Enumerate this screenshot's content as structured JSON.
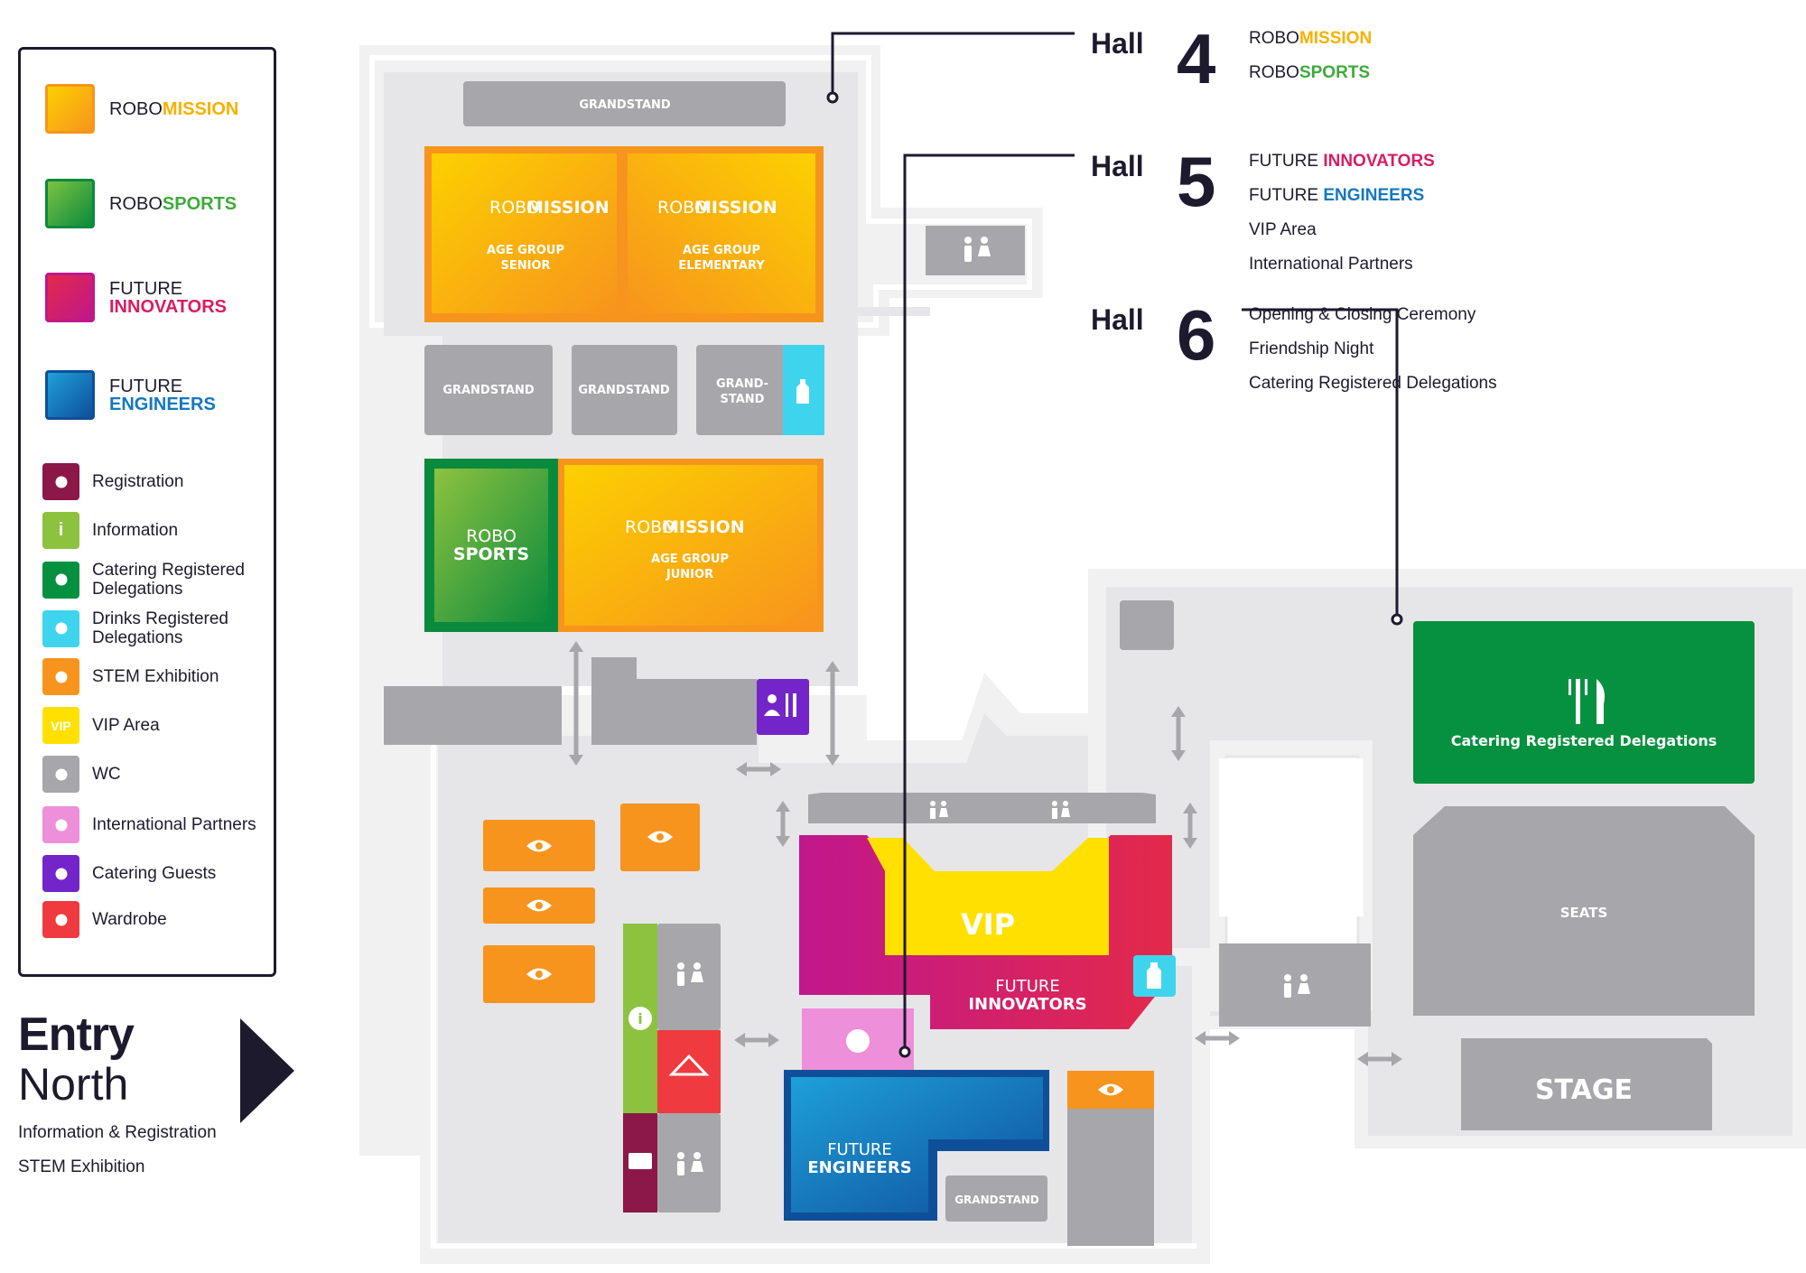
{
  "legend": {
    "categories": [
      {
        "pre": "ROBO",
        "bold": "MISSION",
        "c1": "#f7941d",
        "c2": "#fcd000",
        "boldColor": "#f9b000"
      },
      {
        "pre": "ROBO",
        "bold": "SPORTS",
        "c1": "#0a8a3d",
        "c2": "#7dc243",
        "boldColor": "#3faa3a"
      },
      {
        "pre": "FUTURE",
        "bold": "INNOVATORS",
        "c1": "#c0178c",
        "c2": "#e3294a",
        "boldColor": "#d81d63"
      },
      {
        "pre": "FUTURE",
        "bold": "ENGINEERS",
        "c1": "#0f4f9a",
        "c2": "#1ea0da",
        "boldColor": "#1478bf"
      }
    ],
    "items": [
      {
        "label": "Registration",
        "color": "#8b1848",
        "icon": "id-card-icon",
        "glyph": ""
      },
      {
        "label": "Information",
        "color": "#8dc23f",
        "icon": "info-icon",
        "glyph": "i"
      },
      {
        "label": "Catering Registered Delegations",
        "color": "#05913f",
        "icon": "fork-knife-icon",
        "glyph": ""
      },
      {
        "label": "Drinks Registered Delegations",
        "color": "#3fd4ee",
        "icon": "bottle-icon",
        "glyph": ""
      },
      {
        "label": "STEM Exhibition",
        "color": "#f7941d",
        "icon": "eye-icon",
        "glyph": ""
      },
      {
        "label": "VIP Area",
        "color": "#ffe000",
        "icon": "vip-icon",
        "glyph": "VIP"
      },
      {
        "label": "WC",
        "color": "#a7a6ab",
        "icon": "wc-icon",
        "glyph": ""
      },
      {
        "label": "International Partners",
        "color": "#ee8fd9",
        "icon": "globe-icon",
        "glyph": ""
      },
      {
        "label": "Catering Guests",
        "color": "#7425c9",
        "icon": "guest-catering-icon",
        "glyph": ""
      },
      {
        "label": "Wardrobe",
        "color": "#ef3a40",
        "icon": "hanger-icon",
        "glyph": ""
      }
    ]
  },
  "entry": {
    "line1": "Entry",
    "line2": "North",
    "sub1": "Information & Registration",
    "sub2": "STEM Exhibition"
  },
  "halls": [
    {
      "word": "Hall",
      "num": "4",
      "items": [
        {
          "pre": "ROBO",
          "bold": "MISSION",
          "color": "#f9b000"
        },
        {
          "pre": "ROBO",
          "bold": "SPORTS",
          "color": "#3faa3a"
        }
      ]
    },
    {
      "word": "Hall",
      "num": "5",
      "items": [
        {
          "pre": "FUTURE ",
          "bold": "INNOVATORS",
          "color": "#d81d63"
        },
        {
          "pre": "FUTURE ",
          "bold": "ENGINEERS",
          "color": "#1478bf"
        },
        {
          "pre": "VIP Area",
          "bold": "",
          "color": ""
        },
        {
          "pre": "International Partners",
          "bold": "",
          "color": ""
        }
      ]
    },
    {
      "word": "Hall",
      "num": "6",
      "items": [
        {
          "pre": "Opening & Closing Ceremony",
          "bold": "",
          "color": ""
        },
        {
          "pre": "Friendship Night",
          "bold": "",
          "color": ""
        },
        {
          "pre": "Catering Registered Delegations",
          "bold": "",
          "color": ""
        }
      ]
    }
  ],
  "map": {
    "grandstand": "GRANDSTAND",
    "grandstand_split1": "GRAND-",
    "grandstand_split2": "STAND",
    "robo": "ROBO",
    "mission": "MISSION",
    "sports": "SPORTS",
    "age_senior_1": "AGE GROUP",
    "age_senior_2": "SENIOR",
    "age_elem_1": "AGE GROUP",
    "age_elem_2": "ELEMENTARY",
    "age_junior_1": "AGE GROUP",
    "age_junior_2": "JUNIOR",
    "vip": "VIP",
    "future": "FUTURE",
    "innovators": "INNOVATORS",
    "engineers": "ENGINEERS",
    "catering": "Catering Registered Delegations",
    "seats": "SEATS",
    "stage": "STAGE"
  }
}
